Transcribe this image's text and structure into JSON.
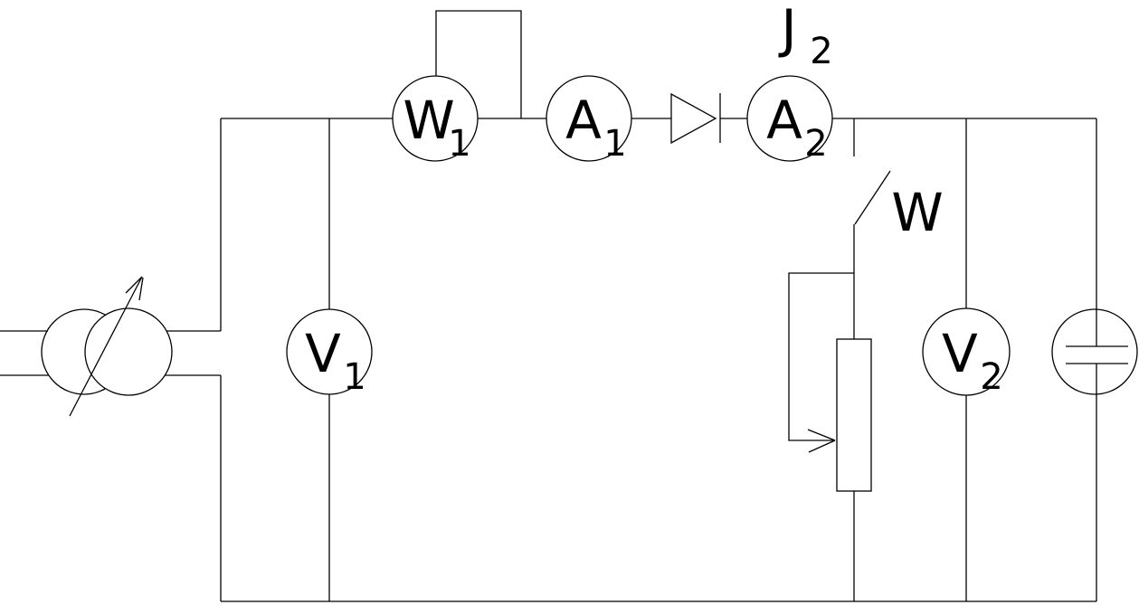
{
  "diagram": {
    "type": "circuit-schematic",
    "style": "hand-drawn line art, black on white"
  },
  "colors": {
    "background": "#ffffff",
    "line": "#000000"
  },
  "components": [
    {
      "id": "autotransformer",
      "type": "variable-autotransformer",
      "label": ""
    },
    {
      "id": "wattmeter-w1",
      "type": "wattmeter",
      "label": "W1"
    },
    {
      "id": "voltmeter-v1",
      "type": "voltmeter",
      "label": "V1"
    },
    {
      "id": "ammeter-a1",
      "type": "ammeter",
      "label": "A1"
    },
    {
      "id": "diode",
      "type": "diode",
      "label": ""
    },
    {
      "id": "ammeter-a2",
      "type": "ammeter",
      "label": "A2"
    },
    {
      "id": "current-label",
      "type": "annotation",
      "label": "J2"
    },
    {
      "id": "switch-w",
      "type": "open-switch",
      "label": "W"
    },
    {
      "id": "rheostat",
      "type": "rheostat-with-wiper",
      "label": ""
    },
    {
      "id": "voltmeter-v2",
      "type": "voltmeter",
      "label": "V2"
    },
    {
      "id": "capacitor",
      "type": "capacitor",
      "label": ""
    }
  ],
  "labels": {
    "w1": {
      "main": "W",
      "sub": "1"
    },
    "v1": {
      "main": "V",
      "sub": "1"
    },
    "a1": {
      "main": "A",
      "sub": "1"
    },
    "a2": {
      "main": "A",
      "sub": "2"
    },
    "j2": {
      "main": "J",
      "sub": "2"
    },
    "v2": {
      "main": "V",
      "sub": "2"
    },
    "sw": {
      "main": "W"
    }
  }
}
